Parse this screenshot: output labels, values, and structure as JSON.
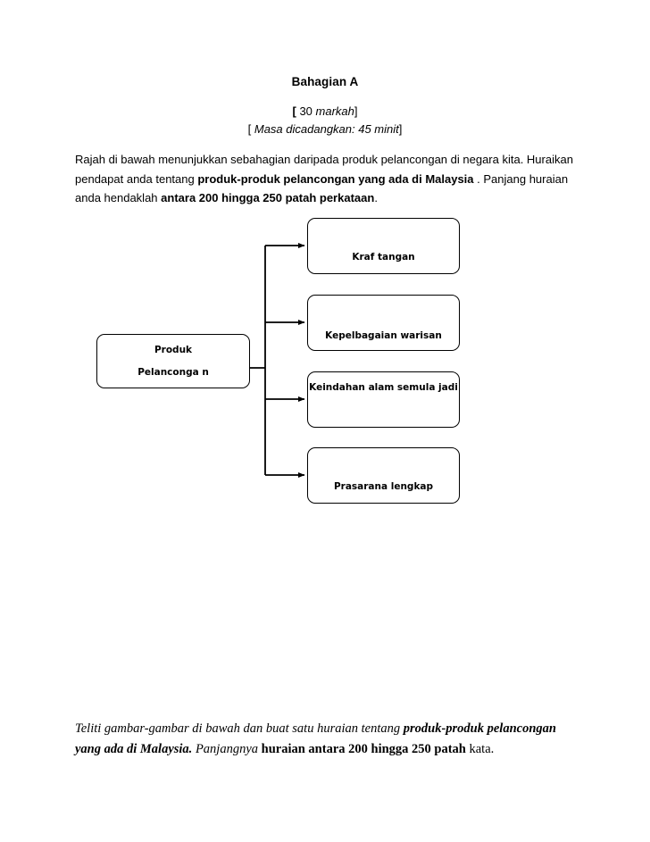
{
  "header": {
    "title": "Bahagian A",
    "marks": {
      "open_bracket": "[",
      "value": "30",
      "unit": "markah",
      "close_bracket": "]"
    },
    "time": {
      "open_bracket": "[",
      "text": "Masa dicadangkan: 45 minit",
      "close_bracket": "]"
    }
  },
  "instruction": {
    "part1": "Rajah di bawah menunjukkan sebahagian daripada produk pelancongan di negara kita. Huraikan   pendapat anda tentang ",
    "bold1": "produk-produk pelancongan yang ada di Malaysia",
    "part2": " . Panjang huraian anda hendaklah ",
    "bold2": "antara 200 hingga 250 patah perkataan",
    "part3": "."
  },
  "diagram": {
    "root": {
      "line1": "Produk",
      "line2": "Pelanconga n"
    },
    "leaves": [
      {
        "label": "Kraf tangan"
      },
      {
        "label": "Kepelbagaian warisan"
      },
      {
        "label": "Keindahan  alam semula jadi"
      },
      {
        "label": "Prasarana lengkap"
      }
    ]
  },
  "footer": {
    "italic1": "Teliti gambar-gambar di bawah dan buat satu huraian tentang ",
    "bolditalic1": "produk-produk pelancongan yang ada di Malaysia.",
    "italic2": " Panjangnya ",
    "bold1": "huraian antara 200 hingga 250 patah ",
    "plain1": "kata."
  },
  "colors": {
    "ink": "#000000",
    "page": "#ffffff"
  }
}
